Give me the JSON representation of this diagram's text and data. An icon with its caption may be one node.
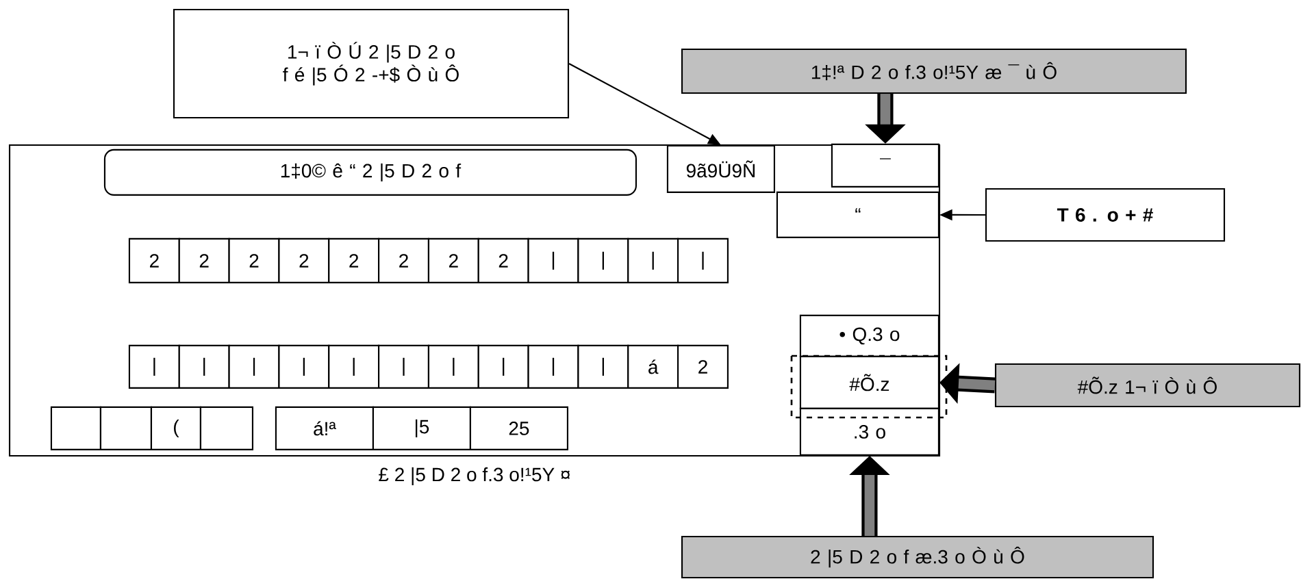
{
  "diagram": {
    "nodes": [
      {
        "text": [
          "1¬ ï Ò Ú 2 |5 D 2 o f é |5 Ó 2 -+$ Ò ù Ô"
        ]
      },
      {
        "text": [
          "1‡!ª D 2 o f.3 o!¹5Y æ ¯ ù Ô"
        ]
      },
      {
        "text": [],
        "shape": "box",
        "beside": [
          "£ 2 |5 D 2 o f.3 o!¹5Y ¤"
        ]
      },
      {
        "text": [
          "1‡0© ê “ 2 |5 D 2 o f"
        ],
        "in": 2
      },
      {
        "text": [
          "9ã9Ü9Ñ"
        ],
        "in": 2
      },
      {
        "text": [
          "¯"
        ],
        "in": 2
      },
      {
        "text": [
          "“"
        ],
        "in": 2
      },
      {
        "text": [
          "T 6 . o + #"
        ]
      },
      {
        "text": [
          "2"
        ],
        "in": 2
      },
      {
        "text": [
          "2"
        ],
        "in": 2
      },
      {
        "text": [
          "2"
        ],
        "in": 2
      },
      {
        "text": [
          "2"
        ],
        "in": 2
      },
      {
        "text": [
          "2"
        ],
        "in": 2
      },
      {
        "text": [
          "2"
        ],
        "in": 2
      },
      {
        "text": [
          "2"
        ],
        "in": 2
      },
      {
        "text": [
          "2"
        ],
        "in": 2
      },
      {
        "text": [
          "|"
        ],
        "in": 2
      },
      {
        "text": [
          "|"
        ],
        "in": 2
      },
      {
        "text": [
          "|"
        ],
        "in": 2
      },
      {
        "text": [
          "|"
        ],
        "in": 2
      },
      {
        "text": [
          "|"
        ],
        "in": 2
      },
      {
        "text": [
          "|"
        ],
        "in": 2
      },
      {
        "text": [
          "|"
        ],
        "in": 2
      },
      {
        "text": [
          "|"
        ],
        "in": 2
      },
      {
        "text": [
          "|"
        ],
        "in": 2
      },
      {
        "text": [
          "|"
        ],
        "in": 2
      },
      {
        "text": [
          "|"
        ],
        "in": 2
      },
      {
        "text": [
          "|"
        ],
        "in": 2
      },
      {
        "text": [
          "|"
        ],
        "in": 2
      },
      {
        "text": [
          "|"
        ],
        "in": 2
      },
      {
        "text": [
          "á"
        ],
        "in": 2
      },
      {
        "text": [
          "2"
        ],
        "in": 2
      },
      {
        "text": [],
        "shape": "box",
        "in": 2
      },
      {
        "text": [],
        "shape": "box",
        "in": 2
      },
      {
        "text": [
          "("
        ],
        "in": 2
      },
      {
        "text": [],
        "shape": "box",
        "in": 2
      },
      {
        "text": [
          "á!ª"
        ],
        "in": 2
      },
      {
        "text": [
          "|5"
        ],
        "in": 2
      },
      {
        "text": [
          "25"
        ],
        "in": 2
      },
      {
        "text": [
          "• Q.3 o"
        ],
        "in": 2
      },
      {
        "text": [
          "#Õ.z"
        ],
        "in": 2
      },
      {
        "text": [
          ".3 o"
        ],
        "in": 2
      },
      {
        "text": [
          "#Õ.z 1¬ ï Ò ù Ô"
        ]
      },
      {
        "text": [
          "2 |5 D 2 o f æ.3 o Ò ù Ô"
        ]
      }
    ],
    "edges": [
      {
        "from": 0,
        "to": 4,
        "arrow": "to",
        "color": "#000000"
      },
      {
        "from": 1,
        "to": 5,
        "arrow": "to"
      },
      {
        "from": 7,
        "to": 6,
        "arrow": "to",
        "color": "#000000"
      },
      {
        "from": 42,
        "to": 40,
        "arrow": "to"
      },
      {
        "from": 43,
        "to": 41,
        "arrow": "to"
      }
    ]
  }
}
